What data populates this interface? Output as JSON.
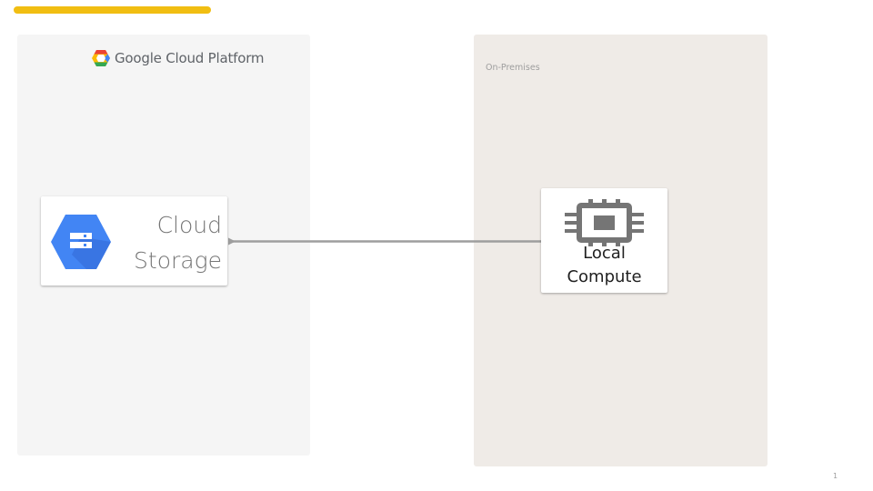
{
  "header": {
    "accent_color": "#f1be12"
  },
  "zones": {
    "gcp": {
      "logo_text": "Google Cloud Platform",
      "background": "#f5f5f5"
    },
    "on_premises": {
      "label": "On-Premises",
      "background": "#efebe7"
    }
  },
  "nodes": {
    "cloud_storage": {
      "label_line1": "Cloud",
      "label_line2": "Storage",
      "icon": "cloud-storage-icon",
      "icon_color": "#4285f4"
    },
    "local_compute": {
      "label_line1": "Local",
      "label_line2": "Compute",
      "icon": "cpu-chip-icon",
      "icon_color": "#757575"
    }
  },
  "edges": [
    {
      "from": "local_compute",
      "to": "cloud_storage",
      "color": "#9e9e9e"
    }
  ],
  "footer": {
    "page_number": "1"
  }
}
